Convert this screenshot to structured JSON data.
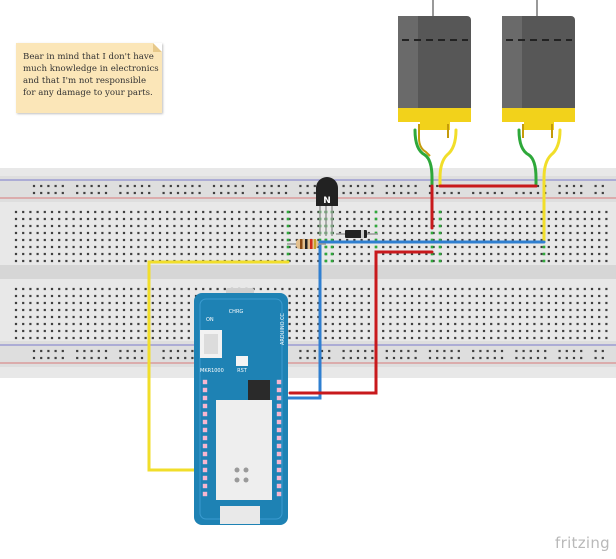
{
  "note": {
    "text": "Bear in mind that I don't have much knowledge in electronics and that I'm not responsible for any damage to your parts."
  },
  "transistor": {
    "label": "N"
  },
  "board": {
    "name": "MKR1000",
    "brand": "ARDUINO.CC",
    "chrg_label": "CHRG",
    "on_label": "ON",
    "rst_label": "RST"
  },
  "watermark": "fritzing",
  "colors": {
    "wire_red": "#c8191c",
    "wire_blue": "#2f7fd0",
    "wire_yellow": "#f1de2a",
    "wire_green": "#2ea83a",
    "board": "#1e82b4",
    "motor_body": "#555555",
    "motor_cap": "#f2d21b"
  }
}
